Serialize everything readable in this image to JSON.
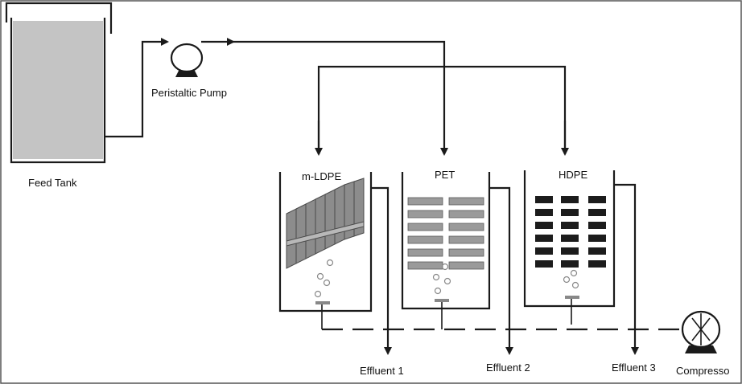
{
  "labels": {
    "feed_tank": "Feed Tank",
    "peristaltic_pump": "Peristaltic Pump",
    "reactor_1": "m-LDPE",
    "reactor_2": "PET",
    "reactor_3": "HDPE",
    "effluent_1": "Effluent 1",
    "effluent_2": "Effluent 2",
    "effluent_3": "Effluent 3",
    "compressor": "Compresso"
  },
  "colors": {
    "line": "#1a1a1a",
    "tank_fill": "#c4c4c4",
    "pet_media": "#9a9a9a",
    "hdpe_media": "#1c1c1c",
    "ldpe_media": "#8c8c8c"
  }
}
